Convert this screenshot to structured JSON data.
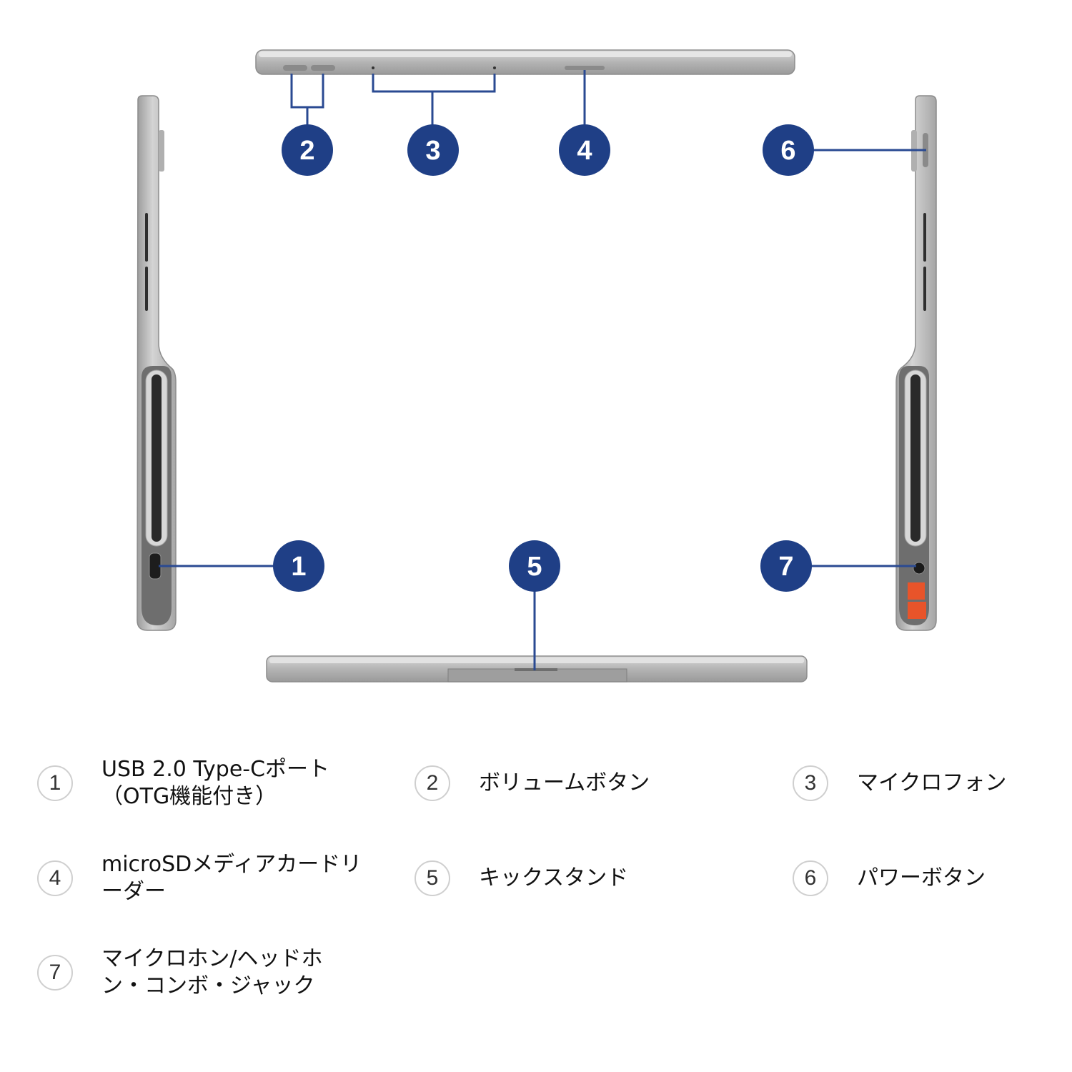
{
  "callouts": [
    {
      "num": "1"
    },
    {
      "num": "2"
    },
    {
      "num": "3"
    },
    {
      "num": "4"
    },
    {
      "num": "5"
    },
    {
      "num": "6"
    },
    {
      "num": "7"
    }
  ],
  "legend": [
    {
      "num": "1",
      "line1": "USB 2.0 Type-Cポート",
      "line2": "（OTG機能付き）"
    },
    {
      "num": "2",
      "line1": "ボリュームボタン",
      "line2": ""
    },
    {
      "num": "3",
      "line1": "マイクロフォン",
      "line2": ""
    },
    {
      "num": "4",
      "line1": "microSDメディアカードリ",
      "line2": "ーダー"
    },
    {
      "num": "5",
      "line1": "キックスタンド",
      "line2": ""
    },
    {
      "num": "6",
      "line1": "パワーボタン",
      "line2": ""
    },
    {
      "num": "7",
      "line1": "マイクロホン/ヘッドホ",
      "line2": "ン・コンボ・ジャック"
    }
  ],
  "colors": {
    "callout": "#1f3f86",
    "line": "#2a4a92",
    "device": "#bfbfbf",
    "device_dark": "#6e6e6e",
    "accent": "#e8542a"
  }
}
